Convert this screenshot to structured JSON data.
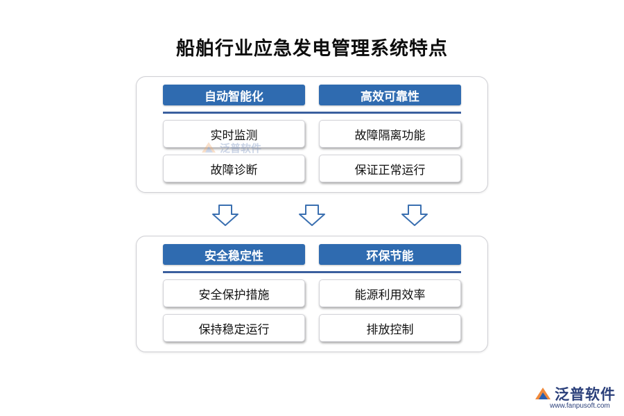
{
  "title": "船舶行业应急发电管理系统特点",
  "top_panel": {
    "left": {
      "header": "自动智能化",
      "items": [
        "实时监测",
        "故障诊断"
      ]
    },
    "right": {
      "header": "高效可靠性",
      "items": [
        "故障隔离功能",
        "保证正常运行"
      ]
    }
  },
  "bottom_panel": {
    "left": {
      "header": "安全稳定性",
      "items": [
        "安全保护措施",
        "保持稳定运行"
      ]
    },
    "right": {
      "header": "环保节能",
      "items": [
        "能源利用效率",
        "排放控制"
      ]
    }
  },
  "watermark": {
    "text": "泛普软件"
  },
  "logo": {
    "brand": "泛普软件",
    "url": "www.fanpusoft.com"
  },
  "colors": {
    "header_bg": "#2f6bb0",
    "divider": "#3a5f9e",
    "arrow": "#3a6fb0",
    "logo": "#2a3f7a"
  },
  "icons": [
    "down-arrow-icon",
    "fanpu-logo-icon"
  ]
}
